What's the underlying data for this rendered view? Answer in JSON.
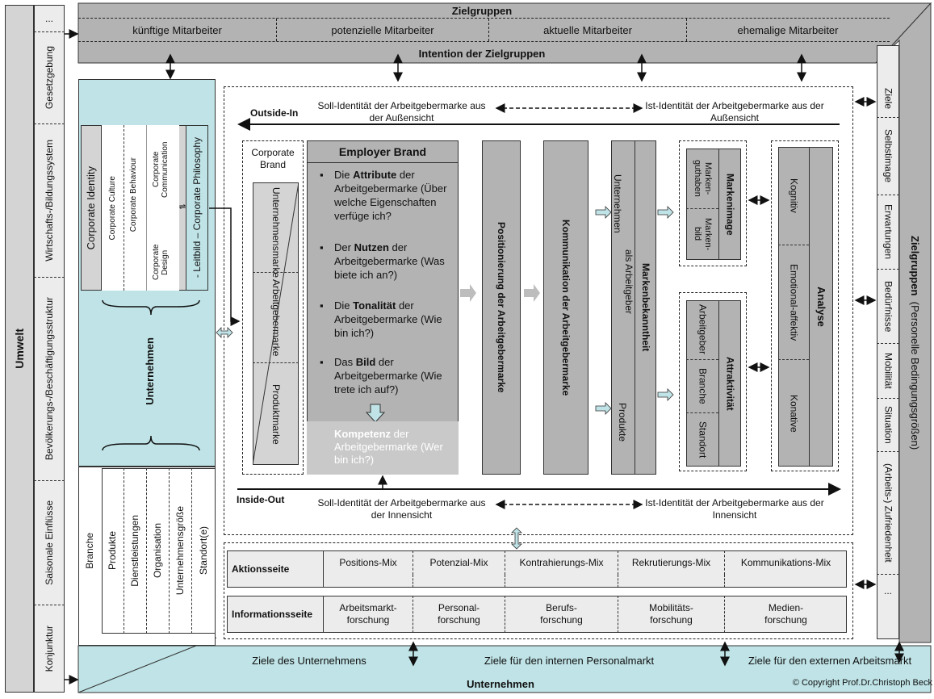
{
  "umwelt": {
    "title": "Umwelt",
    "items": [
      "...",
      "Gesetzgebung",
      "Wirtschafts-/Bildungssystem",
      "Bevölkerungs-/Beschäftigungsstruktur",
      "Saisonale Einflüsse",
      "Konjunktur"
    ]
  },
  "zielgruppen_top": {
    "title": "Zielgruppen",
    "items": [
      "künftige Mitarbeiter",
      "potenzielle Mitarbeiter",
      "aktuelle Mitarbeiter",
      "ehemalige Mitarbeiter"
    ],
    "intention": "Intention der Zielgruppen"
  },
  "zielgruppen_right": {
    "title": "Zielgruppen",
    "subtitle": "(Personelle Bedingungsgrößen)",
    "items": [
      "Ziele",
      "Selbstimage",
      "Erwartungen",
      "Bedürfnisse",
      "Mobilität",
      "Situation",
      "(Arbeits-) Zufriedenheit",
      "..."
    ]
  },
  "unternehmen_left": {
    "ci_title": "Corporate Identity",
    "ci_items": [
      "Corporate Culture",
      "Corporate Behaviour",
      "Corporate Communication",
      "Corporate Design"
    ],
    "leitbild": "- Leitbild – Corporate Philosophy",
    "center": "Unternehmen",
    "lower_items": [
      "Branche",
      "Produkte",
      "Dienstleistungen",
      "Organisation",
      "Unternehmensgröße",
      "Standort(e)"
    ]
  },
  "bottom": {
    "ziele": [
      "Ziele des Unternehmens",
      "Ziele für den internen Personalmarkt",
      "Ziele für den externen Arbeitsmarkt"
    ],
    "unternehmen": "Unternehmen",
    "copyright": "© Copyright Prof.Dr.Christoph Beck"
  },
  "center": {
    "outside_in": "Outside-In",
    "inside_out": "Inside-Out",
    "soll_aussen": "Soll-Identität der Arbeitgebermarke aus der Außensicht",
    "ist_aussen": "Ist-Identität der Arbeitgebermarke aus der Außensicht",
    "soll_innen": "Soll-Identität der Arbeitgebermarke aus der Innensicht",
    "ist_innen": "Ist-Identität der Arbeitgebermarke aus der Innensicht",
    "corporate_brand": "Corporate Brand",
    "brand_items": [
      "Unternehmensmarke",
      "Arbeitgebermarke",
      "Produktmarke"
    ],
    "employer_brand": {
      "title": "Employer Brand",
      "items": [
        {
          "pre": "Die ",
          "bold": "Attribute",
          "post": " der Arbeitgebermarke (Über welche Eigenschaften verfüge ich?"
        },
        {
          "pre": "Der ",
          "bold": "Nutzen",
          "post": " der Arbeitgebermarke (Was biete ich an?)"
        },
        {
          "pre": "Die ",
          "bold": "Tonalität",
          "post": " der Arbeitgebermarke (Wie bin ich?)"
        },
        {
          "pre": "Das ",
          "bold": "Bild",
          "post": " der Arbeitgebermarke (Wie trete ich auf?)"
        }
      ],
      "kompetenz_bold": "Kompetenz",
      "kompetenz_rest": " der Arbeitgebermarke (Wer bin ich?)"
    },
    "positionierung": "Positionierung der Arbeitgebermarke",
    "kommunikation": "Kommunikation der Arbeitgebermarke",
    "bekanntheit": {
      "title": "Markenbekanntheit",
      "items": [
        "Unternehmen",
        "als Arbeitgeber",
        "Produkte"
      ]
    },
    "markenimage": {
      "title": "Markenimage",
      "items": [
        "Marken-guthaben",
        "Marken-bild"
      ]
    },
    "attraktivitaet": {
      "title": "Attraktivität",
      "items": [
        "Arbeitgeber",
        "Branche",
        "Standort"
      ]
    },
    "analyse": {
      "title": "Analyse",
      "items": [
        "Kognitiv",
        "Emotional-affektiv",
        "Konative"
      ]
    }
  },
  "mix": {
    "aktionsseite": "Aktionsseite",
    "aktions_items": [
      "Positions-Mix",
      "Potenzial-Mix",
      "Kontrahierungs-Mix",
      "Rekrutierungs-Mix",
      "Kommunikations-Mix"
    ],
    "informationsseite": "Informationsseite",
    "info_items": [
      "Arbeitsmarkt-forschung",
      "Personal-forschung",
      "Berufs-forschung",
      "Mobilitäts-forschung",
      "Medien-forschung"
    ]
  }
}
